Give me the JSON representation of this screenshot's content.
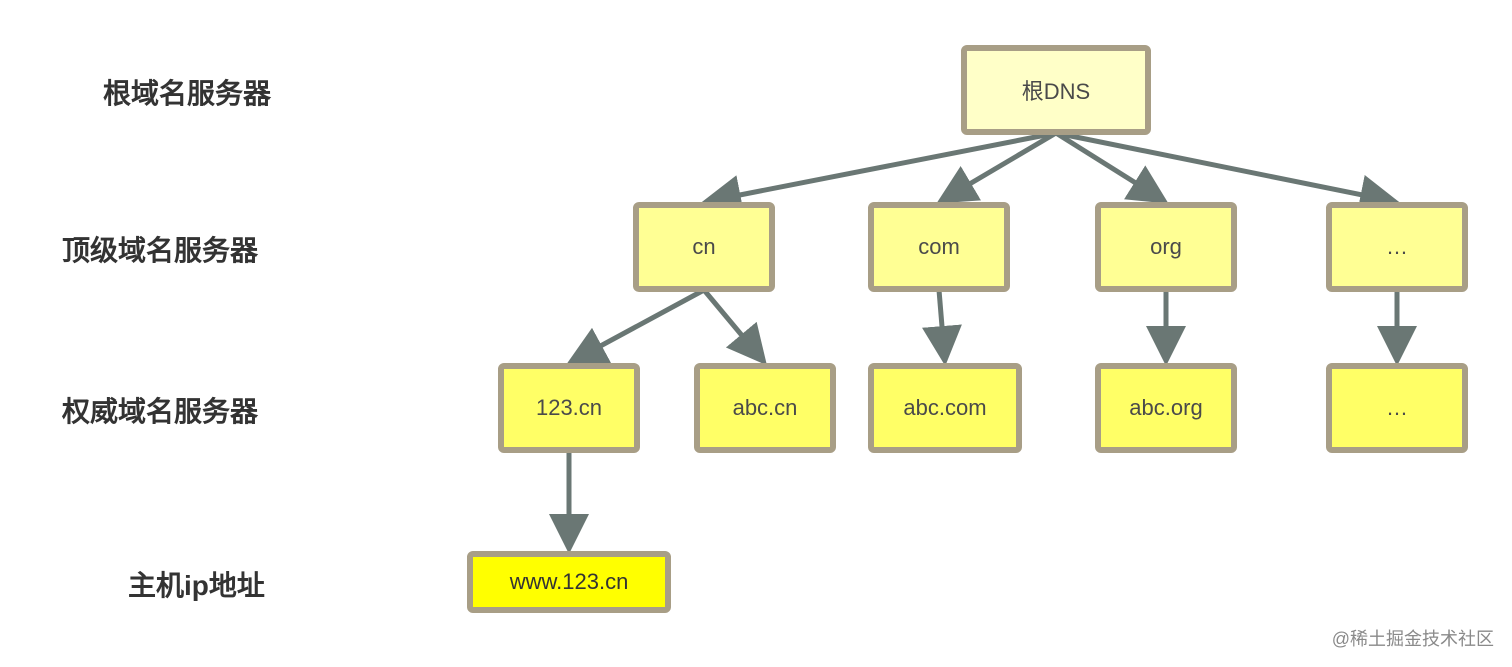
{
  "levels": {
    "root": "根域名服务器",
    "tld": "顶级域名服务器",
    "authoritative": "权威域名服务器",
    "host": "主机ip地址"
  },
  "nodes": {
    "root": "根DNS",
    "cn": "cn",
    "com": "com",
    "org": "org",
    "tld_more": "…",
    "cn_123": "123.cn",
    "cn_abc": "abc.cn",
    "com_abc": "abc.com",
    "org_abc": "abc.org",
    "auth_more": "…",
    "host_www": "www.123.cn"
  },
  "edges": [
    [
      "root",
      "cn"
    ],
    [
      "root",
      "com"
    ],
    [
      "root",
      "org"
    ],
    [
      "root",
      "tld_more"
    ],
    [
      "cn",
      "cn_123"
    ],
    [
      "cn",
      "cn_abc"
    ],
    [
      "com",
      "com_abc"
    ],
    [
      "org",
      "org_abc"
    ],
    [
      "tld_more",
      "auth_more"
    ],
    [
      "cn_123",
      "host_www"
    ]
  ],
  "colors": {
    "border": "#a89e86",
    "arrow": "#6a7774",
    "root_fill": "#ffffc8",
    "tld_fill": "#ffff94",
    "auth_fill": "#ffff66",
    "host_fill": "#ffff00"
  },
  "watermark": "@稀土掘金技术社区"
}
